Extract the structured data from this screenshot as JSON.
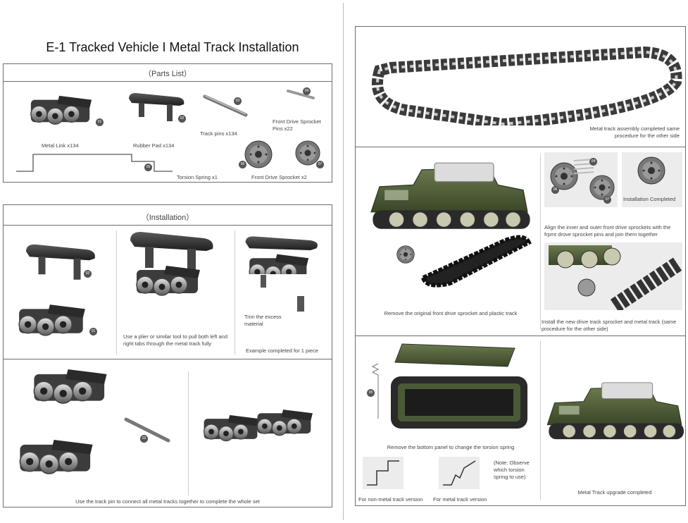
{
  "title": "E-1 Tracked Vehicle I Metal Track Installation",
  "parts_list": {
    "heading": "（Parts List）",
    "items": [
      {
        "label": "Metal Link x134",
        "num": "01"
      },
      {
        "label": "Rubber Pad x134",
        "num": "02"
      },
      {
        "label": "Track pins x134",
        "num": "03"
      },
      {
        "label": "Front Drive Sprocket Pins x22",
        "num": "04"
      },
      {
        "label": "Torsion Spring x1",
        "num": "05"
      },
      {
        "label": "Front Drive Sprocket x2",
        "num": "06",
        "num2": "07"
      }
    ]
  },
  "installation": {
    "heading": "（Installation）",
    "step1_nums": [
      "02",
      "01"
    ],
    "step2_caption": "Use a plier or similar tool to pull both left and right tabs through the metal track fully",
    "step3_caption": "Trim the excess material",
    "step3_note": "Example completed for 1 piece",
    "step4_num": "03",
    "step4_caption": "Use the track pin to connect all metal tracks together to complete the whole set"
  },
  "right": {
    "track_caption": "Metal track assembly completed same procedure for the other side",
    "remove_caption": "Remove the original front drive sprocket and plastic track",
    "align_caption": "Align the inner and outer front drive sprockets with the frpmt drove sprocket pins and join them together",
    "install_completed": "Installation Completed",
    "sprocket_nums": [
      "04",
      "06",
      "07"
    ],
    "new_track_caption": "Install the new drive track sprocket and metal track (same procedure for the other side)",
    "spring_num": "05",
    "bottom_panel_caption": "Remove the bottom panel to change the torsion spring",
    "note": "(Note: Observe which torsion spring to use)",
    "non_metal_label": "For non-metal track version",
    "metal_label": "For metal track version",
    "upgrade_caption": "Metal Track upgrade completed"
  },
  "colors": {
    "border": "#6d6d6d",
    "olive": "#4b5a36",
    "metal": "#8a8a8a",
    "dark": "#2b2b2b"
  }
}
